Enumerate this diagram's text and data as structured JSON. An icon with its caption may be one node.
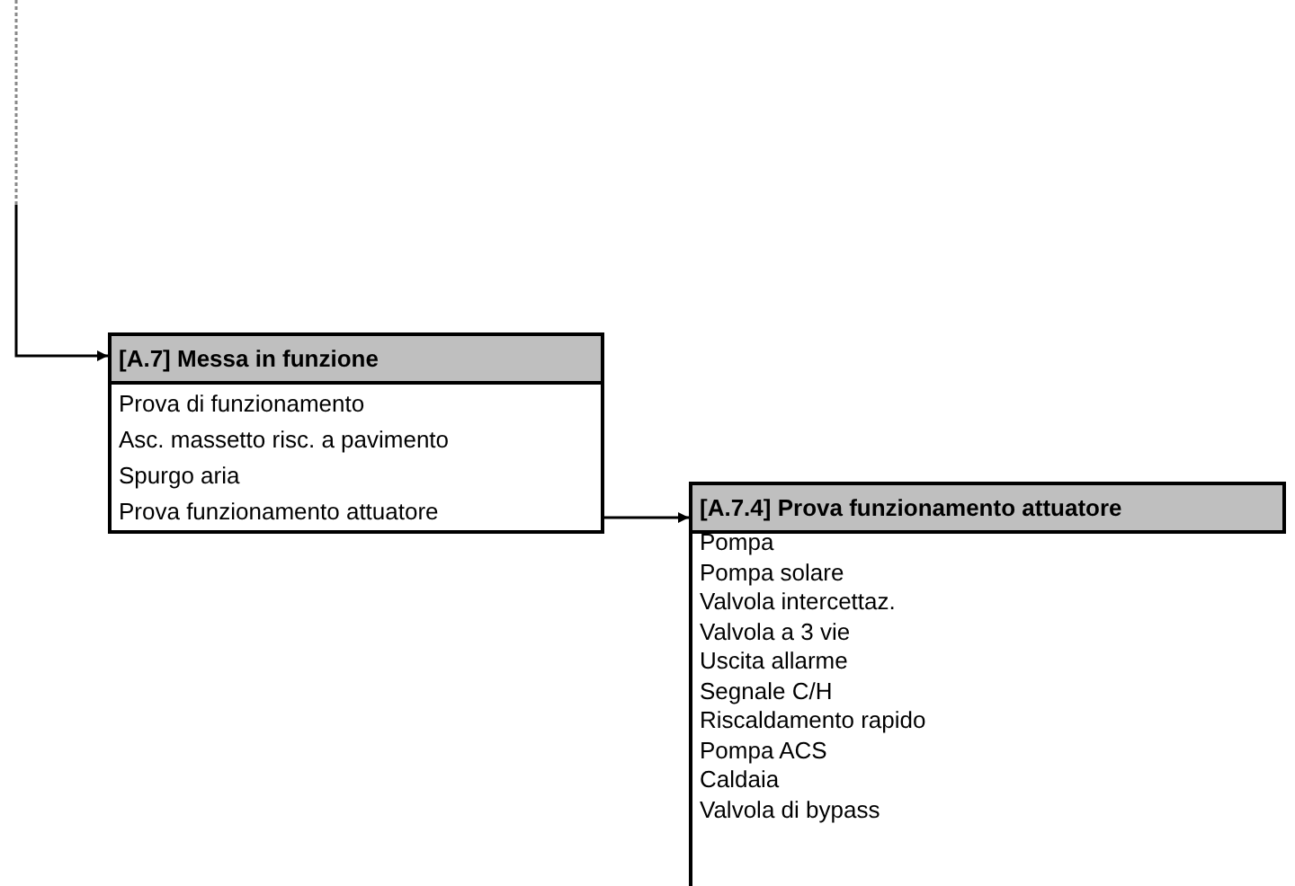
{
  "diagram": {
    "nodes": [
      {
        "text": [
          "[A.7] Messa in funzione",
          "Prova di funzionamento",
          "Asc. massetto risc. a pavimento",
          "Spurgo aria",
          "Prova funzionamento attuatore"
        ]
      },
      {
        "text": [
          "[A.7.4] Prova funzionamento attuatore",
          "Pompa",
          "Pompa solare",
          "Valvola intercettaz.",
          "Valvola a 3 vie",
          "Uscita allarme",
          "Segnale C/H",
          "Riscaldamento rapido",
          "Pompa ACS",
          "Caldaia",
          "Valvola di bypass"
        ]
      }
    ],
    "edges": [
      {
        "from": null,
        "to": 0,
        "arrow": "to"
      },
      {
        "from": 0,
        "to": 1,
        "arrow": "to"
      }
    ]
  }
}
